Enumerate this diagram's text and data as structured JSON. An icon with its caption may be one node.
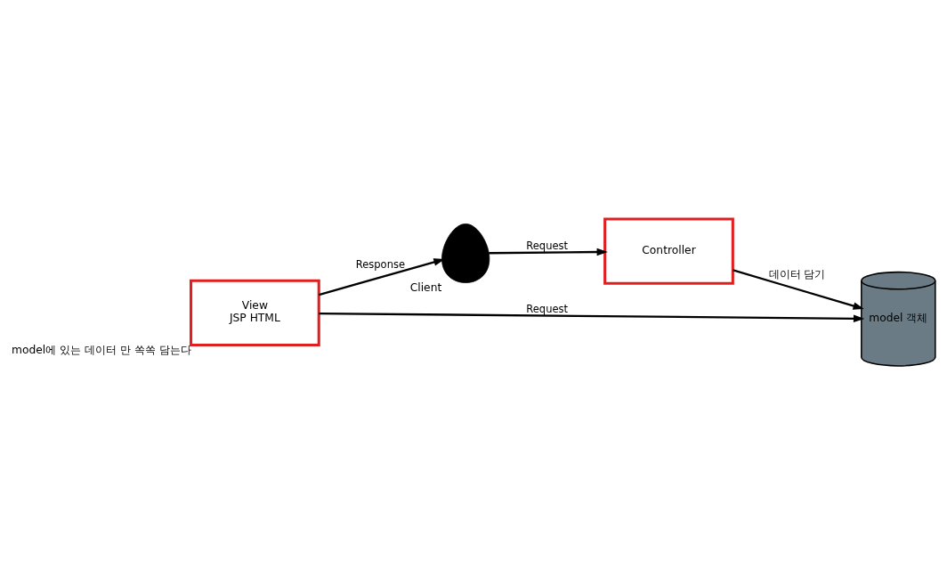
{
  "diagram": {
    "nodes": [
      {
        "text": [],
        "shape": "person",
        "beside": [
          "Client"
        ]
      },
      {
        "text": [
          "Controller"
        ]
      },
      {
        "text": [
          "View",
          "JSP HTML"
        ],
        "beside": [
          "model에 있는 데이터 만 쏙쏙 담는다"
        ]
      },
      {
        "text": [
          "model 객체"
        ]
      }
    ],
    "edges": [
      {
        "from": 0,
        "to": 1,
        "label": "Request",
        "arrow": "to"
      },
      {
        "from": 2,
        "to": 0,
        "label": "Response",
        "arrow": "to"
      },
      {
        "from": 1,
        "to": 3,
        "label": "데이터 담기",
        "arrow": "to"
      },
      {
        "from": 2,
        "to": 3,
        "label": "Request",
        "arrow": "to"
      }
    ]
  }
}
